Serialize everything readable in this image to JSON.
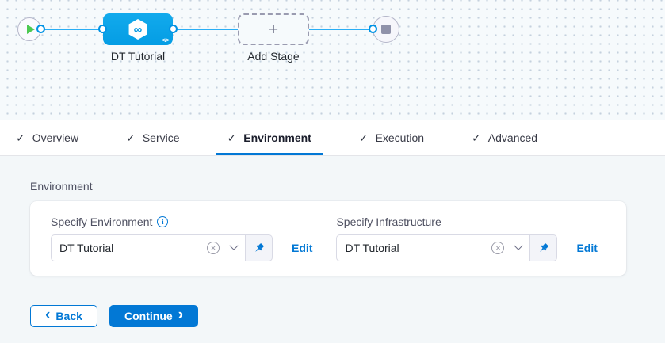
{
  "canvas": {
    "stage": {
      "label": "DT Tutorial"
    },
    "add_stage": {
      "label": "Add Stage"
    }
  },
  "tabs": [
    {
      "label": "Overview",
      "checked": true,
      "active": false
    },
    {
      "label": "Service",
      "checked": true,
      "active": false
    },
    {
      "label": "Environment",
      "checked": true,
      "active": true
    },
    {
      "label": "Execution",
      "checked": true,
      "active": false
    },
    {
      "label": "Advanced",
      "checked": true,
      "active": false
    }
  ],
  "content": {
    "heading": "Environment",
    "environment": {
      "label": "Specify Environment",
      "value": "DT Tutorial",
      "edit": "Edit"
    },
    "infrastructure": {
      "label": "Specify Infrastructure",
      "value": "DT Tutorial",
      "edit": "Edit"
    },
    "back_label": "Back",
    "continue_label": "Continue"
  },
  "icons": {
    "check": "✓",
    "plus": "+",
    "infinity": "∞",
    "code": "</>",
    "clear": "×",
    "info": "i",
    "chevron_left": "‹",
    "chevron_right": "›"
  },
  "colors": {
    "accent": "#0278d5",
    "node_blue": "#0aa0e6",
    "connector_line": "#2aaef5",
    "play_green": "#4dc952"
  }
}
